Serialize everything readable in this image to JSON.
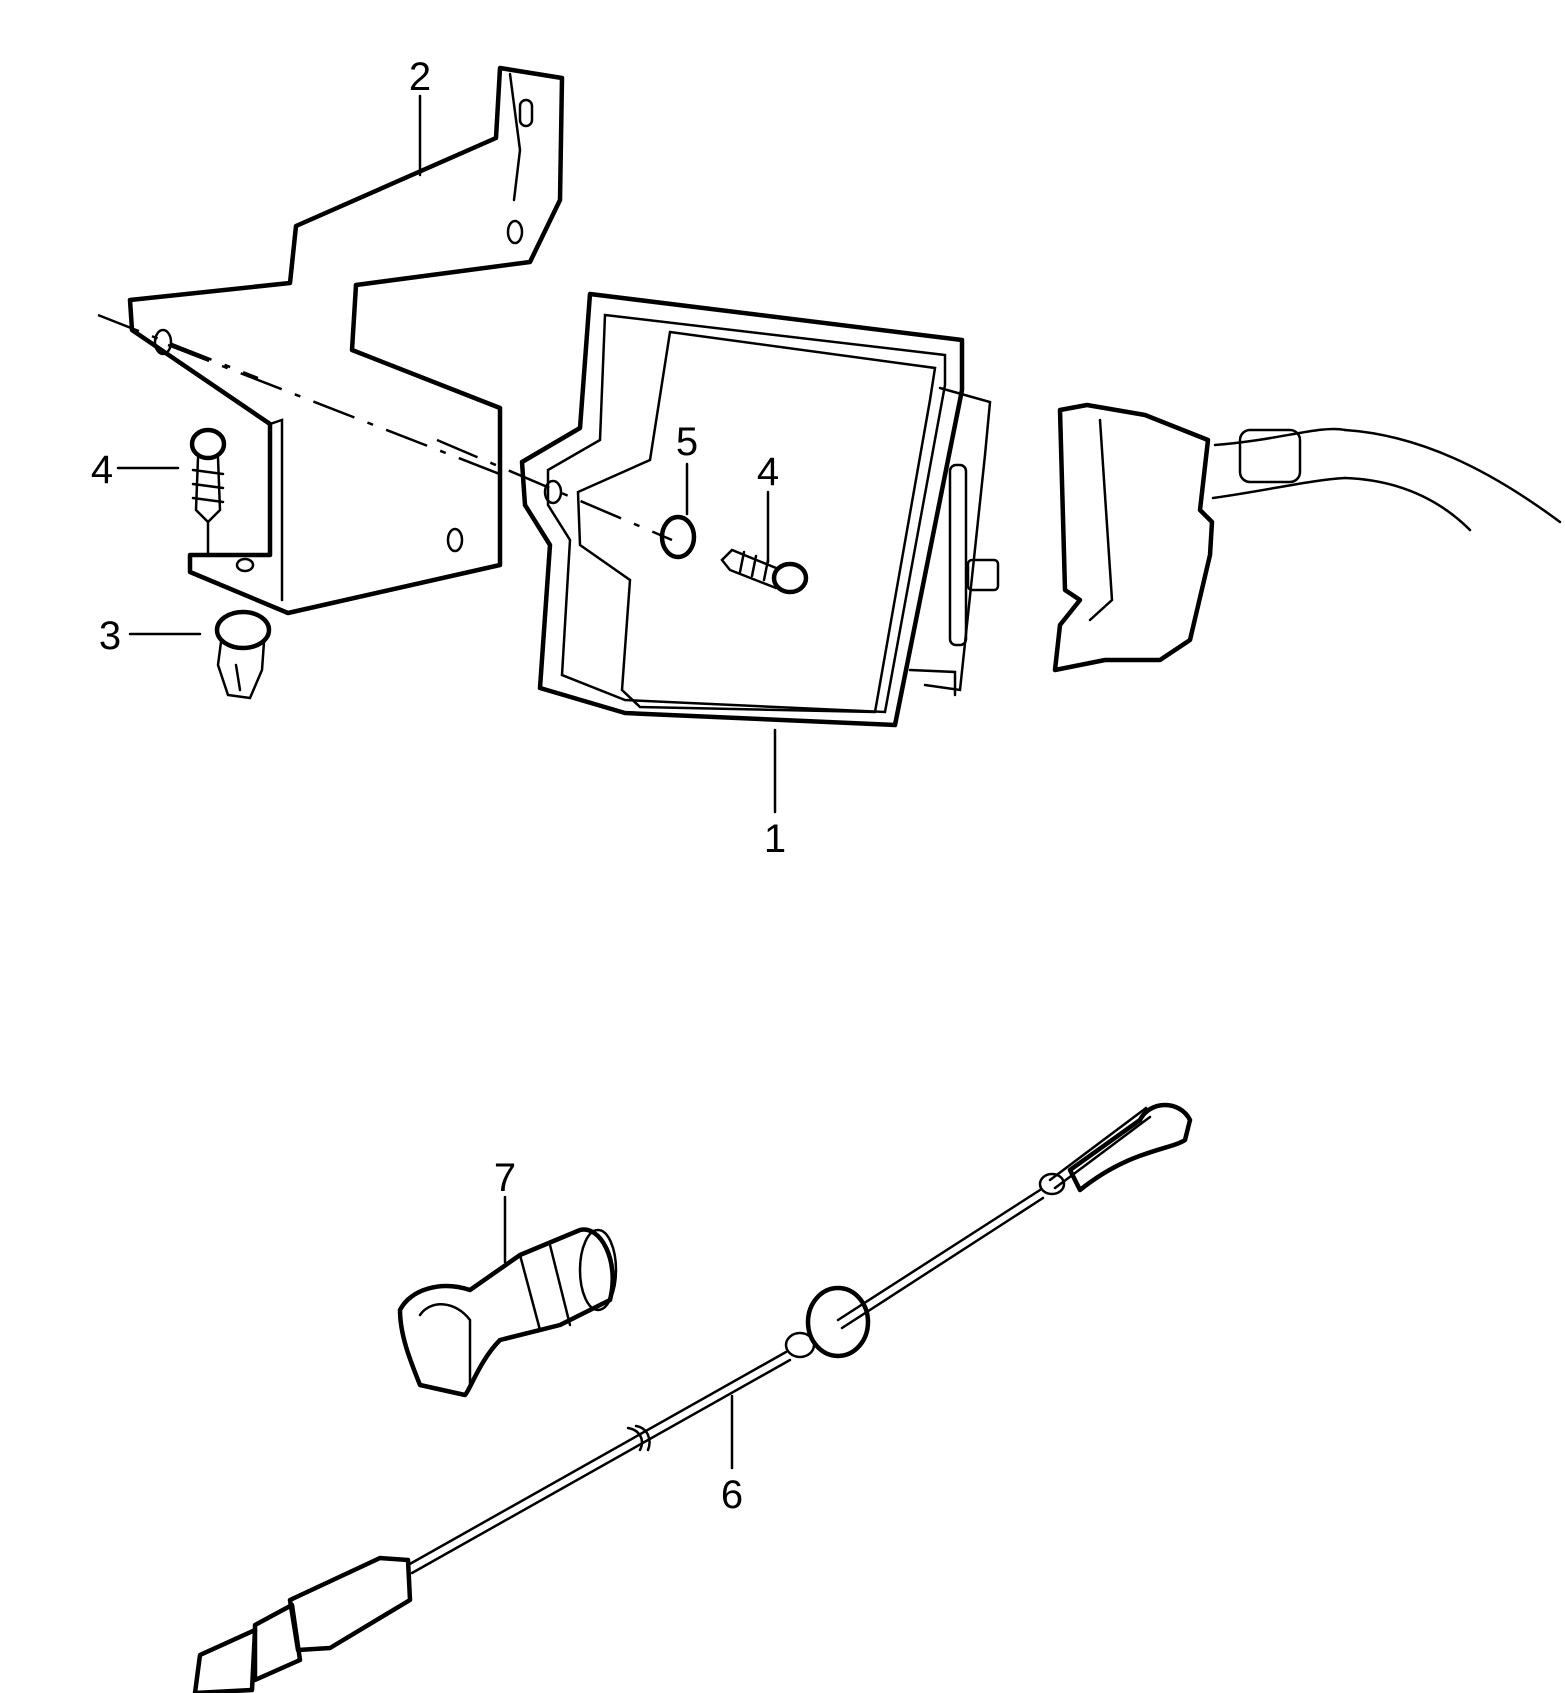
{
  "callouts": [
    {
      "id": "1",
      "text": "1"
    },
    {
      "id": "2",
      "text": "2"
    },
    {
      "id": "3",
      "text": "3"
    },
    {
      "id": "4a",
      "text": "4"
    },
    {
      "id": "4b",
      "text": "4"
    },
    {
      "id": "5",
      "text": "5"
    },
    {
      "id": "6",
      "text": "6"
    },
    {
      "id": "7",
      "text": "7"
    }
  ]
}
